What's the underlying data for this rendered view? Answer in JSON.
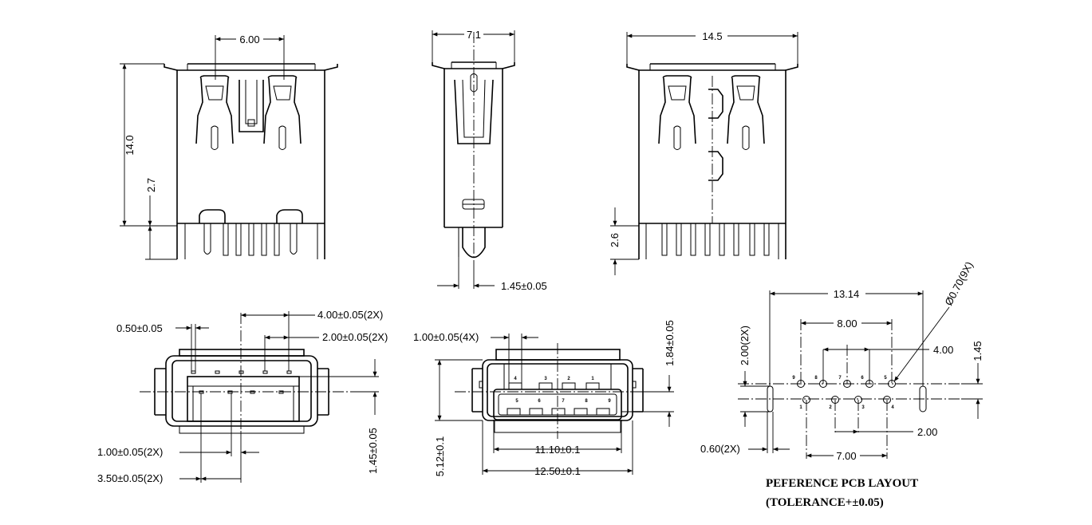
{
  "dimensions": {
    "front_pin_pitch": "6.00",
    "front_height": "14.0",
    "front_offset": "2.7",
    "side_width": "7.1",
    "side_offset": "1.45±0.05",
    "back_width": "14.5",
    "back_offset": "2.6",
    "bottom_pad_width": "0.50±0.05",
    "bottom_pitch_large": "4.00±0.05(2X)",
    "bottom_pitch_small": "2.00±0.05(2X)",
    "bottom_slot_pitch": "1.00±0.05(2X)",
    "bottom_slot_offset": "3.50±0.05(2X)",
    "bottom_height": "1.45±0.05",
    "face_contact_pitch": "1.00±0.05(4X)",
    "face_right_offset": "1.84±0.05",
    "face_height": "5.12±0.1",
    "face_inner_width": "11.10±0.1",
    "face_outer_width": "12.50±0.1",
    "pcb_total": "13.14",
    "pcb_hole_dia": "Ø0.70(9X)",
    "pcb_span_8": "8.00",
    "pcb_span_4": "4.00",
    "pcb_row_gap": "1.45",
    "pcb_slot_height": "2.00(2X)",
    "pcb_pitch_2": "2.00",
    "pcb_slot_width": "0.60(2X)",
    "pcb_span_7": "7.00"
  },
  "face_labels": {
    "top": [
      "4",
      "3",
      "2",
      "1"
    ],
    "bottom": [
      "5",
      "6",
      "7",
      "8",
      "9"
    ]
  },
  "pcb_labels": {
    "top": [
      "9",
      "8",
      "7",
      "6",
      "5"
    ],
    "bottom": [
      "1",
      "2",
      "3",
      "4"
    ]
  },
  "notes": {
    "line1": "PEFERENCE PCB LAYOUT",
    "line2": "(TOLERANCE+±0.05)"
  }
}
